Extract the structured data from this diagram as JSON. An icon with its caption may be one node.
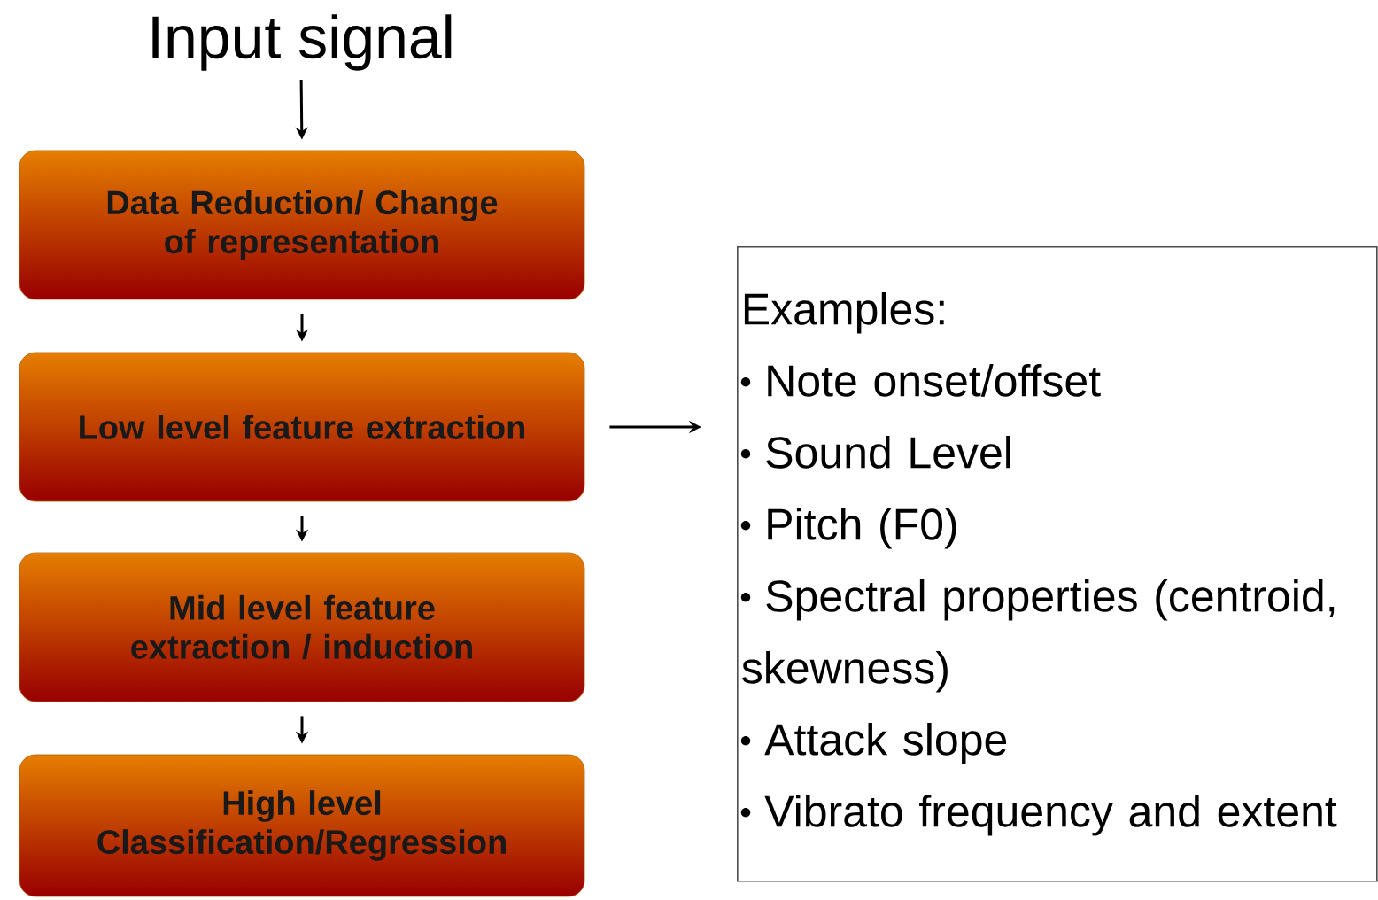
{
  "diagram": {
    "nodes": [
      {
        "text": [
          "Input signal"
        ]
      },
      {
        "text": [
          "Data Reduction/ Change of representation"
        ]
      },
      {
        "text": [
          "Low level feature extraction"
        ]
      },
      {
        "text": [
          "Mid level feature extraction / induction"
        ]
      },
      {
        "text": [
          "High level Classification/Regression"
        ]
      },
      {
        "text": [
          "Examples:",
          "Note onset/offset",
          "Sound Level",
          "Pitch (F0)",
          "Spectral properties (centroid, skewness)",
          "Attack slope",
          "Vibrato frequency and extent"
        ]
      }
    ],
    "edges": [
      {
        "from": 0,
        "to": 1,
        "arrow": "to"
      },
      {
        "from": 1,
        "to": 2,
        "arrow": "to"
      },
      {
        "from": 2,
        "to": 3,
        "arrow": "to"
      },
      {
        "from": 3,
        "to": 4,
        "arrow": "to"
      },
      {
        "from": 2,
        "to": 5,
        "arrow": "to"
      }
    ]
  }
}
